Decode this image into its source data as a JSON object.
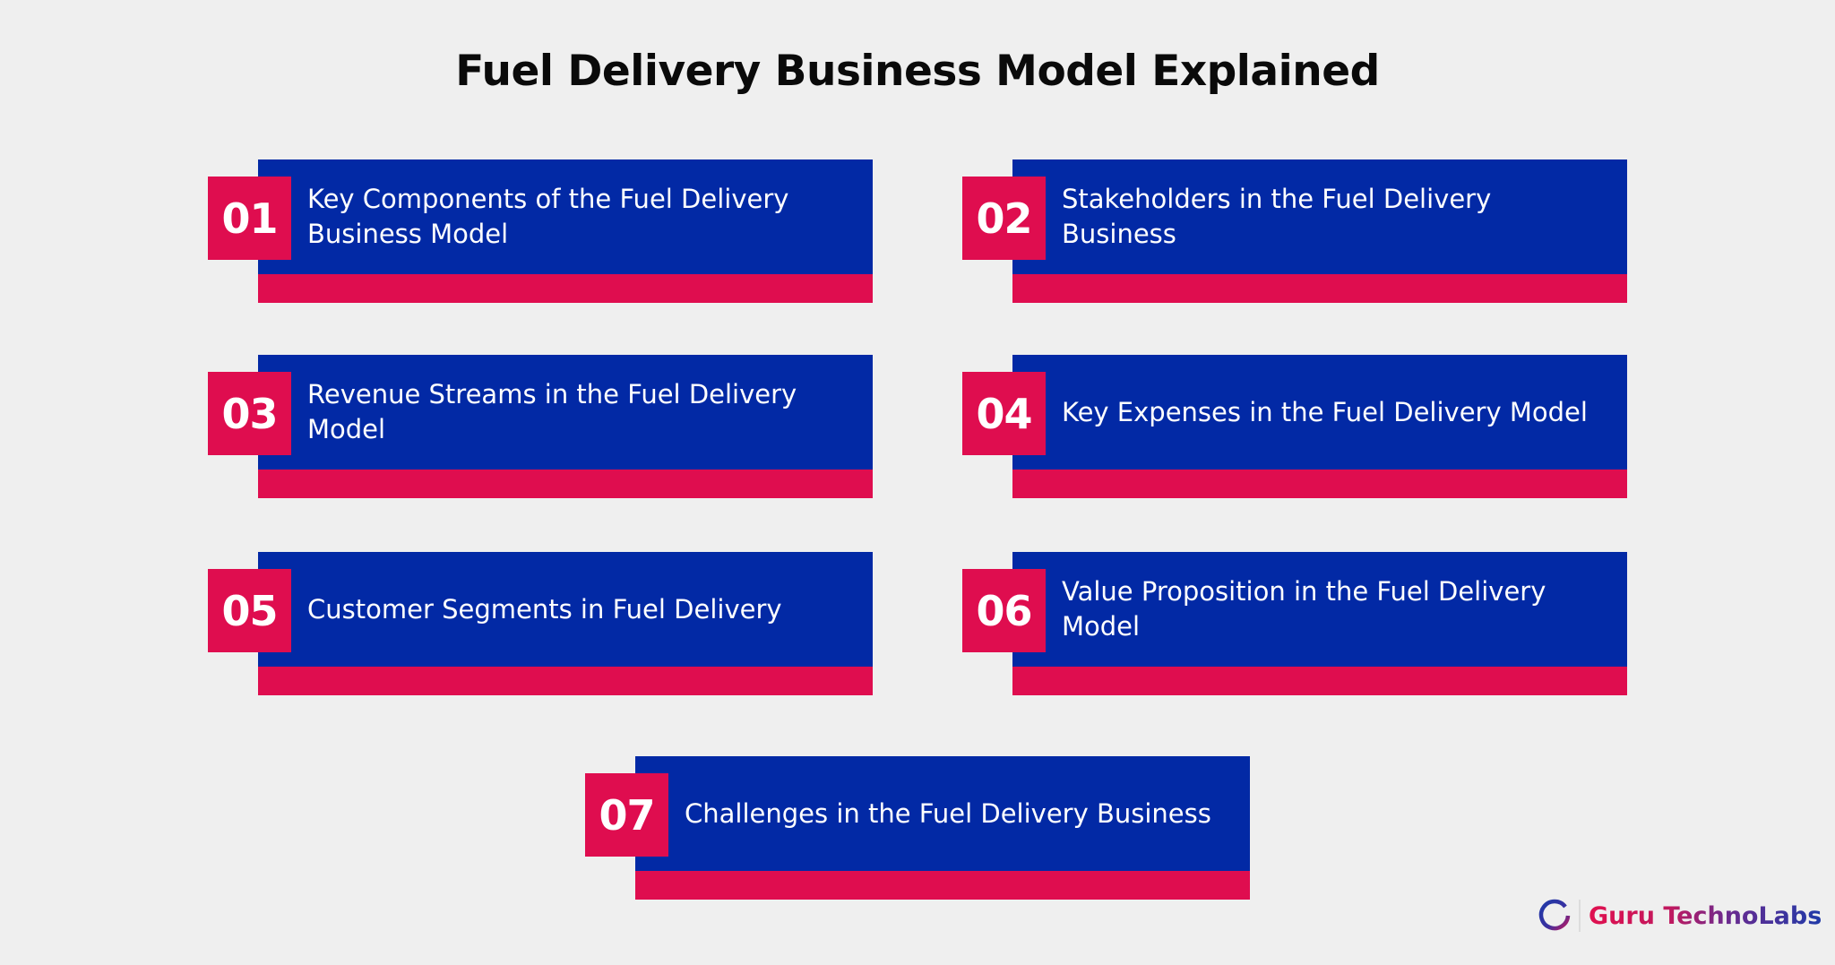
{
  "title": "Fuel Delivery Business Model Explained",
  "colors": {
    "background": "#efefef",
    "card_blue": "#0229a5",
    "accent_pink": "#df0d4f",
    "text_white": "#ffffff",
    "title_black": "#0a0a0a"
  },
  "items": [
    {
      "number": "01",
      "label": "Key Components of the Fuel Delivery Business Model"
    },
    {
      "number": "02",
      "label": "Stakeholders in the Fuel Delivery Business"
    },
    {
      "number": "03",
      "label": "Revenue Streams in the Fuel Delivery Model"
    },
    {
      "number": "04",
      "label": "Key Expenses in the Fuel Delivery Model"
    },
    {
      "number": "05",
      "label": "Customer Segments in Fuel Delivery"
    },
    {
      "number": "06",
      "label": "Value Proposition in the Fuel Delivery Model"
    },
    {
      "number": "07",
      "label": "Challenges in the Fuel Delivery Business"
    }
  ],
  "brand": {
    "icon": "guru-technolabs-logo-icon",
    "name": "Guru TechnoLabs"
  }
}
